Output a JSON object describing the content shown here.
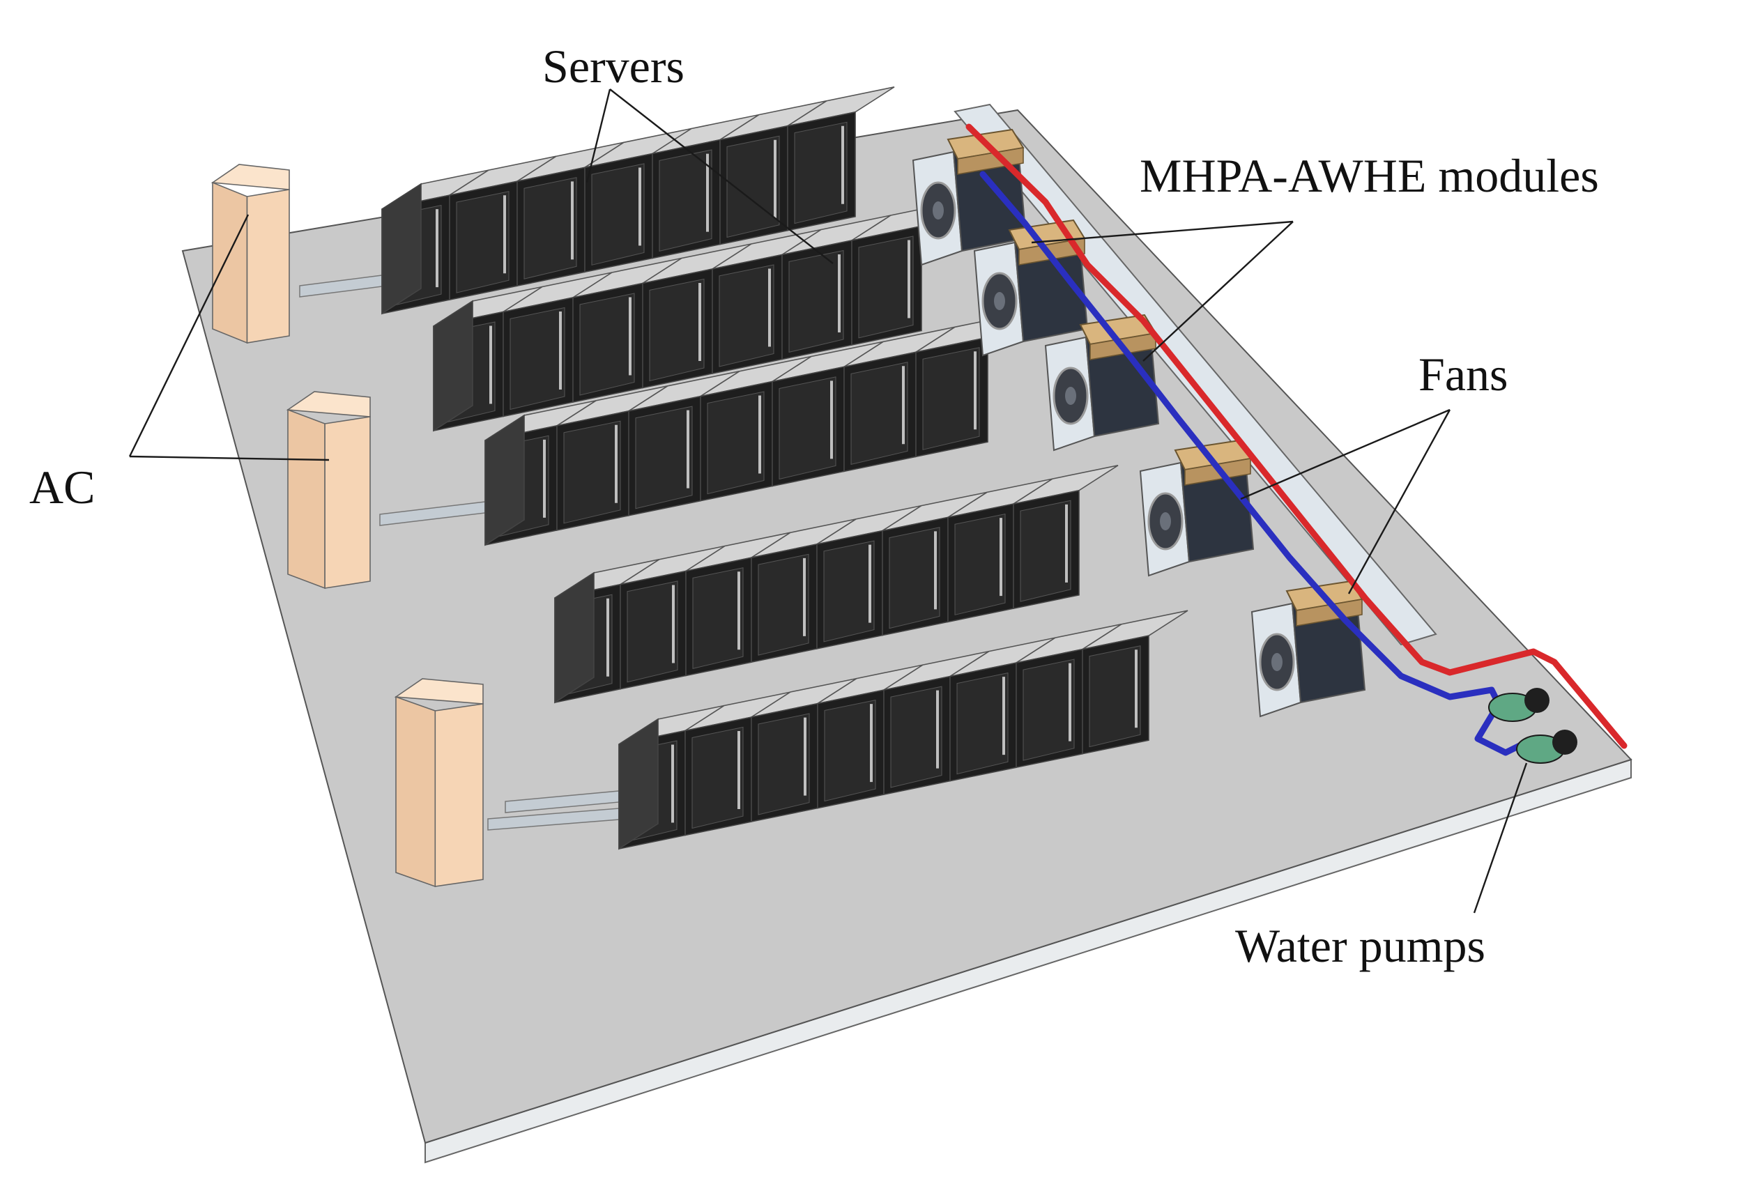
{
  "labels": {
    "servers": "Servers",
    "modules": "MHPA-AWHE modules",
    "fans": "Fans",
    "ac": "AC",
    "pumps": "Water pumps"
  },
  "colors": {
    "background": "#ffffff",
    "floor_top": "#c9c9c9",
    "floor_side": "#e9ecee",
    "rack_top": "#d4d4d4",
    "rack_front": "#1e1e1e",
    "rack_door": "#2a2a2a",
    "rack_end": "#3a3a3a",
    "ac_front": "#f6d5b5",
    "ac_side": "#ecc6a3",
    "ac_top": "#fbe4cc",
    "module_tan": "#d9b57e",
    "fan_housing": "#dfe6ec",
    "fan_dark": "#2d3440",
    "hot_pipe": "#d9282b",
    "cold_pipe": "#2a2fbf",
    "pump_green": "#5fa884",
    "duct": "#c4ccd3"
  },
  "icons": [
    "server-rack-icon",
    "ac-unit-icon",
    "fan-icon",
    "heat-exchanger-icon",
    "water-pump-icon",
    "pipe-icon"
  ]
}
